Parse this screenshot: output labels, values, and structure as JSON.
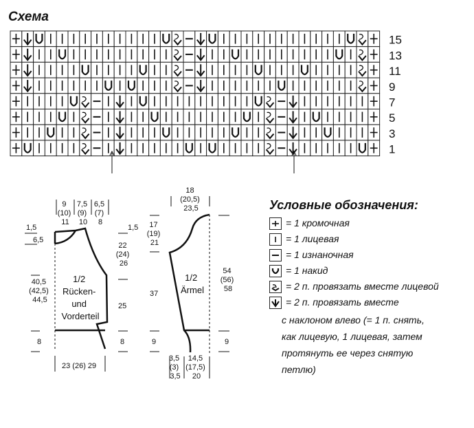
{
  "title": "Схема",
  "chart": {
    "rows": [
      {
        "number": "15",
        "cells": [
          "+",
          "k2tog_l",
          "yo",
          "|",
          "|",
          "|",
          "|",
          "|",
          "|",
          "|",
          "|",
          "|",
          "|",
          "yo",
          "k2tog_r",
          "-",
          "k2tog_l",
          "yo",
          "|",
          "|",
          "|",
          "|",
          "|",
          "|",
          "|",
          "|",
          "|",
          "|",
          "|",
          "yo",
          "k2tog_r",
          "+"
        ]
      },
      {
        "number": "13",
        "cells": [
          "+",
          "k2tog_l",
          "|",
          "|",
          "yo",
          "|",
          "|",
          "|",
          "|",
          "|",
          "|",
          "|",
          "|",
          "|",
          "k2tog_r",
          "-",
          "k2tog_l",
          "|",
          "|",
          "yo",
          "|",
          "|",
          "|",
          "|",
          "|",
          "|",
          "|",
          "|",
          "yo",
          "|",
          "k2tog_r",
          "+"
        ]
      },
      {
        "number": "11",
        "cells": [
          "+",
          "k2tog_l",
          "|",
          "|",
          "|",
          "|",
          "yo",
          "|",
          "|",
          "|",
          "|",
          "yo",
          "|",
          "|",
          "k2tog_r",
          "-",
          "k2tog_l",
          "|",
          "|",
          "|",
          "|",
          "yo",
          "|",
          "|",
          "|",
          "yo",
          "|",
          "|",
          "|",
          "|",
          "k2tog_r",
          "+"
        ]
      },
      {
        "number": "9",
        "cells": [
          "+",
          "k2tog_l",
          "|",
          "|",
          "|",
          "|",
          "|",
          "|",
          "yo",
          "|",
          "yo",
          "|",
          "|",
          "|",
          "k2tog_r",
          "-",
          "k2tog_l",
          "|",
          "|",
          "|",
          "|",
          "|",
          "|",
          "yo",
          "|",
          "|",
          "|",
          "|",
          "|",
          "|",
          "k2tog_r",
          "+"
        ]
      },
      {
        "number": "7",
        "cells": [
          "+",
          "|",
          "|",
          "|",
          "|",
          "yo",
          "k2tog_r",
          "-",
          "|",
          "k2tog_l",
          "|",
          "yo",
          "|",
          "|",
          "|",
          "|",
          "|",
          "|",
          "|",
          "|",
          "|",
          "yo",
          "k2tog_r",
          "-",
          "k2tog_l",
          "|",
          "|",
          "|",
          "|",
          "|",
          "|",
          "+"
        ]
      },
      {
        "number": "5",
        "cells": [
          "+",
          "|",
          "|",
          "|",
          "yo",
          "|",
          "k2tog_r",
          "-",
          "|",
          "k2tog_l",
          "|",
          "|",
          "yo",
          "|",
          "|",
          "|",
          "|",
          "|",
          "|",
          "|",
          "yo",
          "|",
          "k2tog_r",
          "-",
          "k2tog_l",
          "|",
          "yo",
          "|",
          "|",
          "|",
          "|",
          "+"
        ]
      },
      {
        "number": "3",
        "cells": [
          "+",
          "|",
          "|",
          "yo",
          "|",
          "|",
          "k2tog_r",
          "-",
          "|",
          "k2tog_l",
          "|",
          "|",
          "|",
          "yo",
          "|",
          "|",
          "|",
          "|",
          "|",
          "yo",
          "|",
          "|",
          "k2tog_r",
          "-",
          "k2tog_l",
          "|",
          "|",
          "yo",
          "|",
          "|",
          "|",
          "+"
        ]
      },
      {
        "number": "1",
        "cells": [
          "+",
          "yo",
          "|",
          "|",
          "|",
          "|",
          "k2tog_r",
          "-",
          "|",
          "k2tog_l",
          "|",
          "|",
          "|",
          "|",
          "|",
          "yo",
          "|",
          "yo",
          "|",
          "|",
          "|",
          "|",
          "k2tog_r",
          "-",
          "k2tog_l",
          "|",
          "|",
          "|",
          "|",
          "|",
          "yo",
          "+"
        ]
      }
    ]
  },
  "body_piece": {
    "label_lines": [
      "1/2",
      "Rücken-",
      "und",
      "Vorderteil"
    ],
    "dims": {
      "top_widths": [
        [
          "9",
          "(10)",
          "11"
        ],
        [
          "7,5",
          "(9)",
          "10"
        ],
        [
          "6,5",
          "(7)",
          "8"
        ]
      ],
      "left_top": "1,5",
      "left_neck": "6,5",
      "left_height": [
        "40,5",
        "(42,5)",
        "44,5"
      ],
      "left_bottom": "8",
      "right_top": "1,5",
      "right_armhole": [
        "22",
        "(24)",
        "26"
      ],
      "right_side": "25",
      "right_bottom": "8",
      "bottom_width": "23 (26) 29"
    }
  },
  "sleeve_piece": {
    "label_lines": [
      "1/2",
      "Ärmel"
    ],
    "dims": {
      "top_width": [
        "18",
        "(20,5)",
        "23,5"
      ],
      "left_cap": [
        "17",
        "(19)",
        "21"
      ],
      "left_side": "37",
      "left_bottom": "9",
      "right_total": [
        "54",
        "(56)",
        "58"
      ],
      "right_bottom": "9",
      "bottom_left": [
        "3,5",
        "(3)",
        "3,5"
      ],
      "bottom_right": [
        "14,5",
        "(17,5)",
        "20"
      ]
    }
  },
  "legend": {
    "title": "Условные обозначения:",
    "items": [
      {
        "icon": "plus-box-icon",
        "text": "= 1 кромочная"
      },
      {
        "icon": "vertical-bar-box-icon",
        "text": "= 1 лицевая"
      },
      {
        "icon": "dash-box-icon",
        "text": "= 1 изнаночная"
      },
      {
        "icon": "u-box-icon",
        "text": "= 1 накид"
      },
      {
        "icon": "k2tog-right-icon",
        "text": "= 2 п. провязать вместе лицевой"
      },
      {
        "icon": "k2tog-left-icon",
        "text": "= 2 п. провязать вместе"
      }
    ],
    "continuation": [
      "с наклоном влево (= 1 п. снять,",
      "как лицевую, 1 лицевая, затем",
      "протянуть ее через снятую",
      "петлю)"
    ]
  }
}
